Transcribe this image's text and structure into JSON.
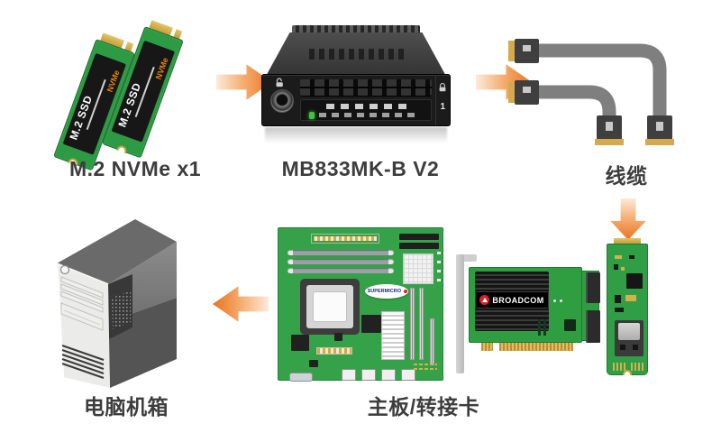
{
  "diagram": {
    "background": "#ffffff",
    "steps": [
      {
        "id": "ssd",
        "label": "M.2 NVMe x1"
      },
      {
        "id": "dock",
        "label": "MB833MK-B V2"
      },
      {
        "id": "cable",
        "label": "线缆"
      },
      {
        "id": "board",
        "label": "主板/转接卡"
      },
      {
        "id": "case",
        "label": "电脑机箱"
      }
    ],
    "arrows": [
      {
        "from": "ssd",
        "to": "dock",
        "direction": "right"
      },
      {
        "from": "dock",
        "to": "cable",
        "direction": "right"
      },
      {
        "from": "cable",
        "to": "board",
        "direction": "down"
      },
      {
        "from": "board",
        "to": "case",
        "direction": "left"
      }
    ]
  },
  "ssd": {
    "sticker_title": "M.2 SSD",
    "sticker_sub": "NVMe",
    "count_shown": 2
  },
  "dock": {
    "bay_number": "1"
  },
  "hba_card": {
    "brand": "BROADCOM"
  },
  "motherboard": {
    "brand": "SUPERMICRO"
  },
  "icons": {
    "arrow_right": "css-gradient-arrow",
    "arrow_down": "css-gradient-arrow",
    "arrow_left": "css-gradient-arrow",
    "unlock": "open-padlock-glyph",
    "lock": "closed-padlock-glyph",
    "power_button": "circle-outline",
    "broadcom_mark": "red-circle-white-arrow"
  },
  "colors": {
    "background": "#ffffff",
    "arrow_light": "#fdeadb",
    "arrow_dark": "#ec7220",
    "pcb_green": "#2f9e44",
    "pcb_green_dark": "#1e7a34",
    "gold": "#d2a94e",
    "cable_gray": "#7f7f7f",
    "dock_black": "#1b1b1b",
    "led_green": "#3ec43e",
    "label_text": "#3d3d3d",
    "nvme_orange": "#e8830d",
    "broadcom_red": "#d5232e",
    "supermicro_blue": "#1b2a7a"
  }
}
